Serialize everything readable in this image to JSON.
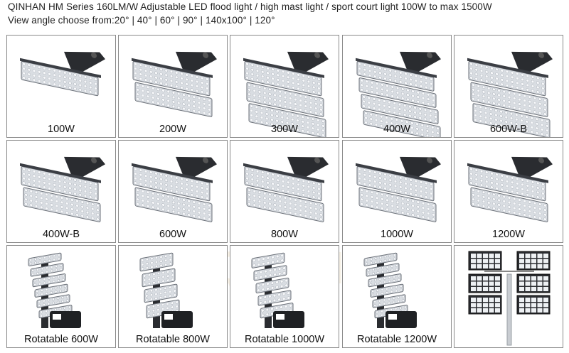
{
  "header": {
    "line1": "QINHAN HM Series 160LM/W  Adjustable LED flood light / high mast light / sport court light 100W to max 1500W",
    "line2": "View angle choose from:20° | 40° | 60° | 90° | 140x100° | 120°"
  },
  "watermark": "QINHAN",
  "products": [
    {
      "label": "100W",
      "icon": "flood-light-1-module",
      "modules": 1,
      "style": "flood"
    },
    {
      "label": "200W",
      "icon": "flood-light-2-module",
      "modules": 2,
      "style": "flood"
    },
    {
      "label": "300W",
      "icon": "flood-light-3-module",
      "modules": 3,
      "style": "flood"
    },
    {
      "label": "400W",
      "icon": "flood-light-4-module",
      "modules": 4,
      "style": "flood"
    },
    {
      "label": "600W-B",
      "icon": "flood-light-6-module",
      "modules": 3,
      "style": "flood"
    },
    {
      "label": "400W-B",
      "icon": "flood-light-4-module-b",
      "modules": 2,
      "style": "flood"
    },
    {
      "label": "600W",
      "icon": "flood-light-6-module-b",
      "modules": 2,
      "style": "flood"
    },
    {
      "label": "800W",
      "icon": "flood-light-8-module",
      "modules": 2,
      "style": "flood"
    },
    {
      "label": "1000W",
      "icon": "flood-light-10-module",
      "modules": 2,
      "style": "flood"
    },
    {
      "label": "1200W",
      "icon": "flood-light-12-module",
      "modules": 2,
      "style": "flood"
    },
    {
      "label": "Rotatable 600W",
      "icon": "rotatable-light-6-module",
      "modules": 6,
      "style": "rotatable"
    },
    {
      "label": "Rotatable 800W",
      "icon": "rotatable-light-4-module",
      "modules": 4,
      "style": "rotatable"
    },
    {
      "label": "Rotatable 1000W",
      "icon": "rotatable-light-5-module",
      "modules": 5,
      "style": "rotatable"
    },
    {
      "label": "Rotatable 1200W",
      "icon": "rotatable-light-6-module-b",
      "modules": 6,
      "style": "rotatable"
    },
    {
      "label": "",
      "icon": "high-mast-pole-photo",
      "modules": 0,
      "style": "mast"
    }
  ]
}
